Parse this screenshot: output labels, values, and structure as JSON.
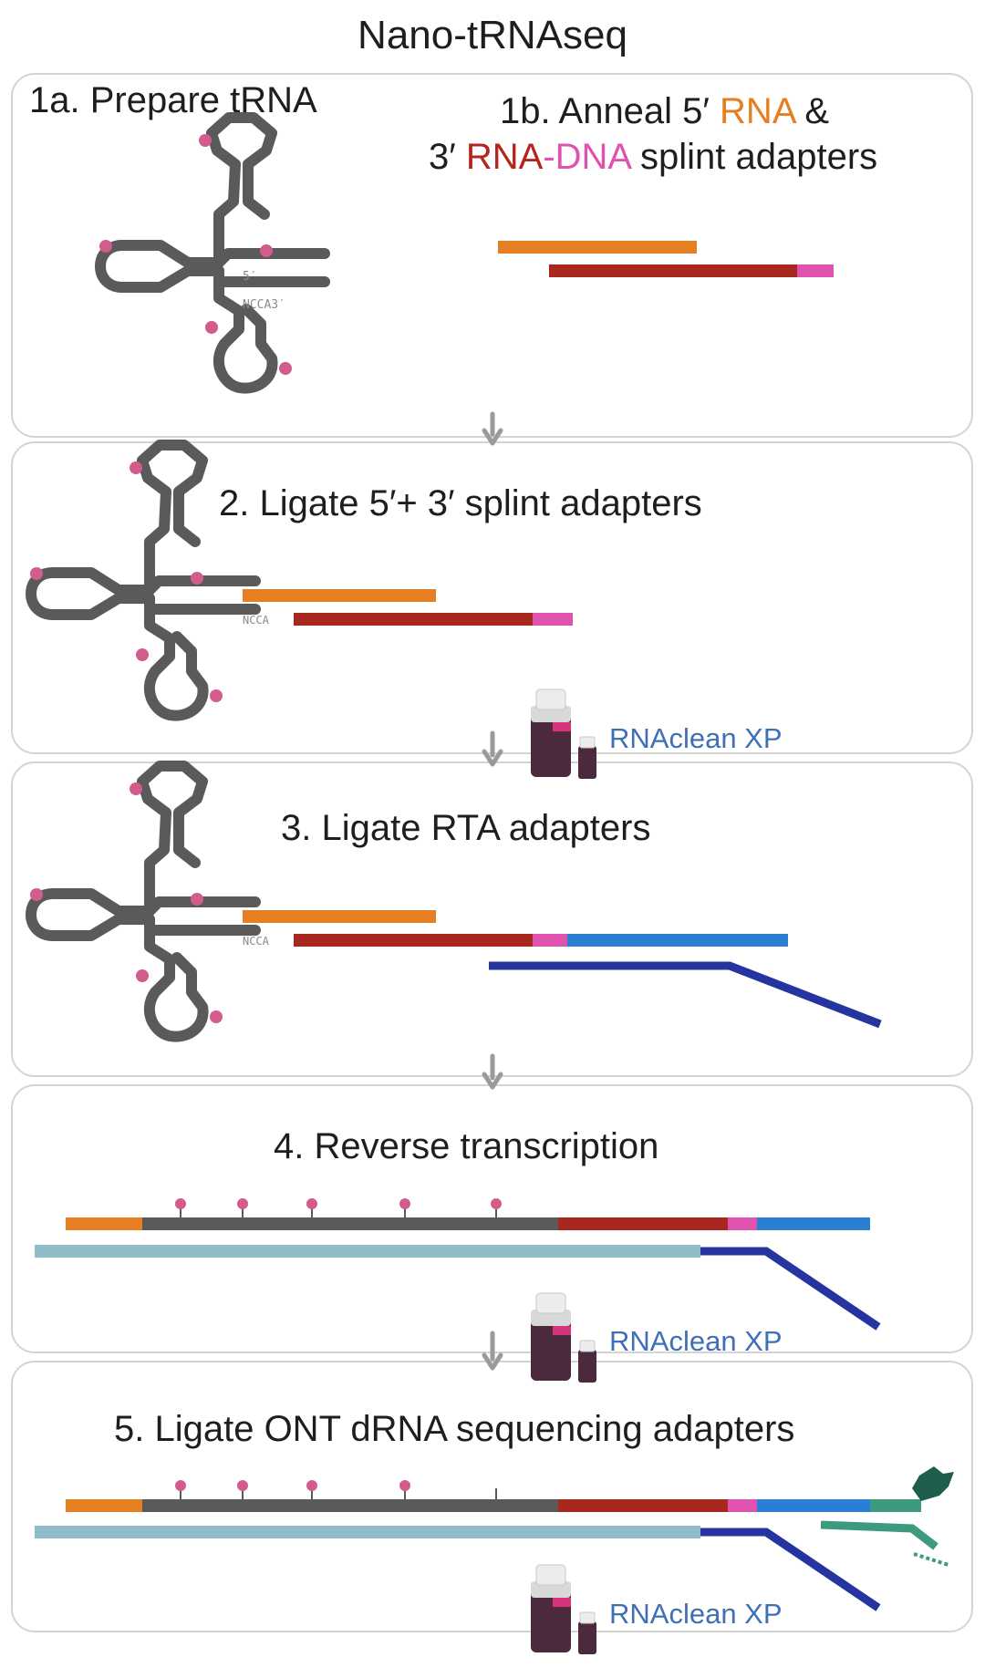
{
  "title": "Nano-tRNAseq",
  "steps": {
    "s1a": {
      "title": "1a. Prepare tRNA",
      "end5": "5′",
      "end3": "NCCA3′"
    },
    "s1b": {
      "line1_pre": "1b. Anneal 5′ ",
      "line1_rna": "RNA",
      "line1_post": " &",
      "line2_pre": "3′ ",
      "line2_rna": "RNA",
      "line2_dash": "-",
      "line2_dna": "DNA",
      "line2_post": " splint adapters"
    },
    "s2": {
      "title": "2. Ligate 5′+ 3′ splint adapters",
      "end3": "NCCA"
    },
    "s3": {
      "title": "3. Ligate RTA adapters",
      "end3": "NCCA"
    },
    "s4": {
      "title": "4. Reverse transcription"
    },
    "s5": {
      "title": "5. Ligate ONT dRNA sequencing adapters"
    }
  },
  "cleanup": {
    "label": "RNAclean XP"
  },
  "colors": {
    "trna": "#5a5a5a",
    "rna_adapter_5": "#e67e22",
    "rna_adapter_3": "#a8271f",
    "dna_splint": "#e052b0",
    "rta_top": "#2a7fd4",
    "rta_bottom": "#25349e",
    "cdna": "#8fbcc6",
    "motor": "#3e9a7e",
    "modification": "#d35c8d",
    "arrow": "#9a9a9a",
    "cleanup_text": "#3f6fb6"
  }
}
